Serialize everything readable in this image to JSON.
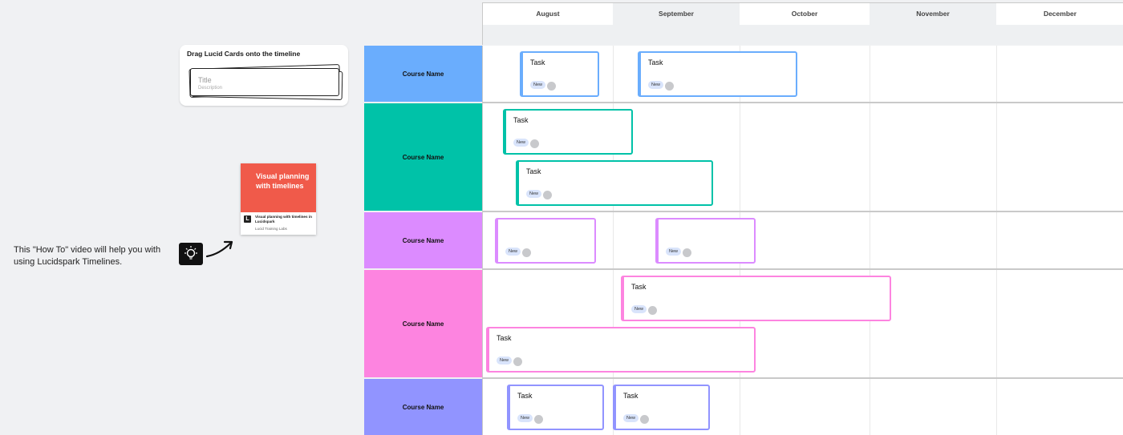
{
  "sidebar": {
    "drag_card": {
      "title": "Drag Lucid Cards onto the timeline",
      "card_title": "Title",
      "card_description": "Description"
    },
    "video": {
      "headline": "Visual planning with timelines",
      "caption": "Visual planning with timelines in Lucidspark",
      "source": "Lucid Training Labs",
      "logo": "L"
    },
    "howto_text": "This \"How To\" video will help you with using Lucidspark Timelines.",
    "bulb_icon": "lightbulb-icon",
    "arrow_icon": "arrow-right-icon"
  },
  "timeline": {
    "months": [
      "August",
      "September",
      "October",
      "November",
      "December"
    ],
    "rows": [
      {
        "label": "Course Name",
        "color": "#6aadfd",
        "accent": "#6aadfd"
      },
      {
        "label": "Course Name",
        "color": "#00c2a8",
        "accent": "#00c2a8"
      },
      {
        "label": "Course Name",
        "color": "#dc8bff",
        "accent": "#dc8bff"
      },
      {
        "label": "Course Name",
        "color": "#fd84e0",
        "accent": "#fd84e0"
      },
      {
        "label": "Course Name",
        "color": "#9194ff",
        "accent": "#9194ff"
      }
    ],
    "tasks": [
      {
        "row": 0,
        "label": "Task",
        "badge": "New"
      },
      {
        "row": 0,
        "label": "Task",
        "badge": "New"
      },
      {
        "row": 1,
        "label": "Task",
        "badge": "New"
      },
      {
        "row": 1,
        "label": "Task",
        "badge": "New"
      },
      {
        "row": 2,
        "label": "",
        "badge": "New"
      },
      {
        "row": 2,
        "label": "",
        "badge": "New"
      },
      {
        "row": 3,
        "label": "Task",
        "badge": "New"
      },
      {
        "row": 3,
        "label": "Task",
        "badge": "New"
      },
      {
        "row": 4,
        "label": "Task",
        "badge": "New"
      },
      {
        "row": 4,
        "label": "Task",
        "badge": "New"
      }
    ]
  }
}
